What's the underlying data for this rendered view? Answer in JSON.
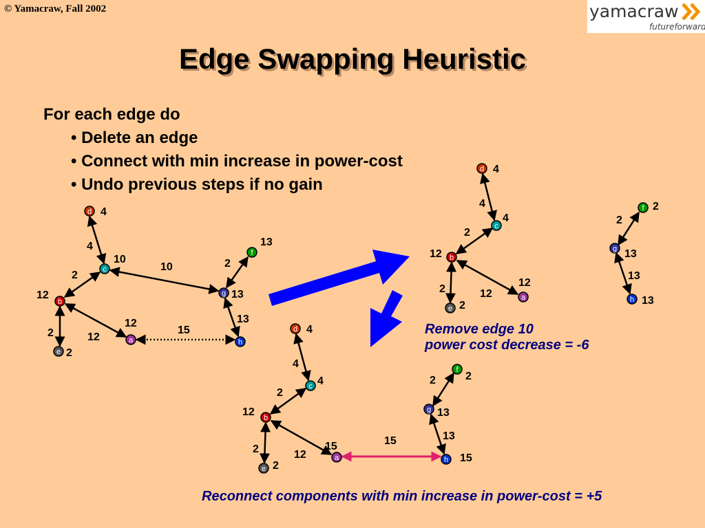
{
  "header": {
    "copyright": "© Yamacraw,  Fall 2002",
    "logo_word": "yamacraw",
    "logo_tagline": "futureforward"
  },
  "slide": {
    "title": "Edge Swapping Heuristic",
    "bullets": {
      "heading": "For each edge do",
      "items": [
        "• Delete an edge",
        "• Connect with min increase in power-cost",
        "• Undo previous steps if no gain"
      ]
    },
    "caption_remove": [
      "Remove edge 10",
      "power cost decrease = -6"
    ],
    "caption_reconnect": "Reconnect components with min increase in power-cost = +5"
  },
  "colors": {
    "background": "#FFCC99",
    "arrow_blue": "#0000FF",
    "new_edge": "#E0206A",
    "caption": "#000080",
    "node_a": "#993399",
    "node_b": "#CC0000",
    "node_c": "#009999",
    "node_d": "#CC3300",
    "node_e": "#555555",
    "node_f": "#009900",
    "node_g": "#333399",
    "node_h": "#0033CC"
  },
  "graphs": [
    {
      "id": "original",
      "node_labels": [
        "d",
        "c",
        "b",
        "e",
        "a",
        "g",
        "f",
        "h"
      ],
      "values": [
        "4",
        "4",
        "10",
        "10",
        "2",
        "12",
        "2",
        "12",
        "12",
        "15",
        "2",
        "2",
        "13",
        "13",
        "13"
      ]
    },
    {
      "id": "after-removal",
      "node_labels": [
        "d",
        "c",
        "b",
        "e",
        "a",
        "f",
        "g",
        "h"
      ],
      "values": [
        "4",
        "4",
        "4",
        "2",
        "12",
        "2",
        "2",
        "12",
        "12",
        "2",
        "2",
        "13",
        "13",
        "13"
      ]
    },
    {
      "id": "reconnected",
      "node_labels": [
        "d",
        "c",
        "b",
        "e",
        "a",
        "f",
        "g",
        "h"
      ],
      "values": [
        "4",
        "4",
        "4",
        "2",
        "12",
        "2",
        "2",
        "12",
        "15",
        "2",
        "2",
        "13",
        "13",
        "15",
        "15"
      ]
    }
  ]
}
